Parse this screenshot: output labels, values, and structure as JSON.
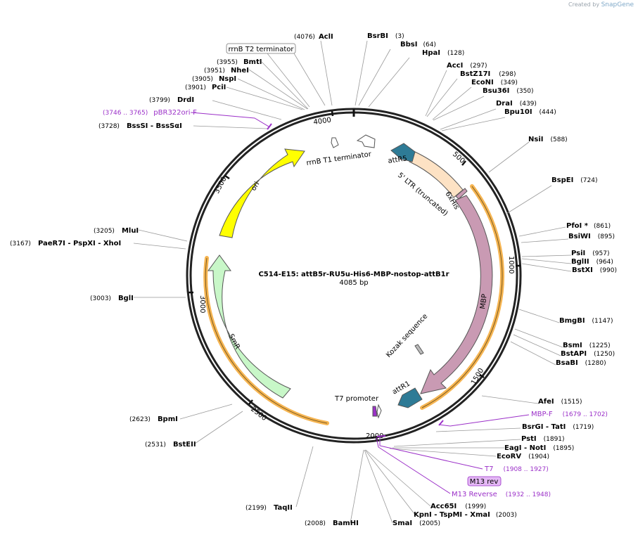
{
  "watermark": {
    "prefix": "Created by",
    "brand": "SnapGene"
  },
  "plasmid": {
    "name": "C514-E15: attB5r-RU5u-His6-MBP-nostop-attB1r",
    "size": "4085 bp"
  },
  "colors": {
    "ori": "#ffff00",
    "smr": "#c8f7c8",
    "mbp": "#c99ab3",
    "ltr": "#fde2c4",
    "att": "#2e7b96",
    "primer": "#9b30c8",
    "highlight": "#f6b552"
  },
  "ticks": [
    "500",
    "1000",
    "1500",
    "2000",
    "2500",
    "3000",
    "3500",
    "4000"
  ],
  "features": {
    "ori": "ori",
    "smr": "SmR",
    "mbp": "MBP",
    "ltr": "5' LTR (truncated)",
    "his": "6xHis",
    "attr5": "attR5",
    "attr1": "attR1",
    "kozak": "Kozak sequence",
    "t7prom": "T7 promoter",
    "rrnb_t1": "rrnB T1 terminator"
  },
  "sites": [
    {
      "pos": "(4076)",
      "name": "AclI"
    },
    {
      "name": "BsrBI",
      "pos": "(3)"
    },
    {
      "name": "BbsI",
      "pos": "(64)"
    },
    {
      "name": "HpaI",
      "pos": "(128)"
    },
    {
      "name": "AccI",
      "pos": "(297)"
    },
    {
      "name": "BstZ17I",
      "pos": "(298)"
    },
    {
      "name": "EcoNI",
      "pos": "(349)"
    },
    {
      "name": "Bsu36I",
      "pos": "(350)"
    },
    {
      "name": "DraI",
      "pos": "(439)"
    },
    {
      "name": "Bpu10I",
      "pos": "(444)"
    },
    {
      "name": "NsiI",
      "pos": "(588)"
    },
    {
      "name": "BspEI",
      "pos": "(724)"
    },
    {
      "name": "PfoI *",
      "pos": "(861)"
    },
    {
      "name": "BsiWI",
      "pos": "(895)"
    },
    {
      "name": "PsiI",
      "pos": "(957)"
    },
    {
      "name": "BglII",
      "pos": "(964)"
    },
    {
      "name": "BstXI",
      "pos": "(990)"
    },
    {
      "name": "BmgBI",
      "pos": "(1147)"
    },
    {
      "name": "BsmI",
      "pos": "(1225)"
    },
    {
      "name": "BstAPI",
      "pos": "(1250)"
    },
    {
      "name": "BsaBI",
      "pos": "(1280)"
    },
    {
      "name": "AfeI",
      "pos": "(1515)"
    },
    {
      "name": "BsrGI - TatI",
      "pos": "(1719)"
    },
    {
      "name": "PstI",
      "pos": "(1891)"
    },
    {
      "name": "EagI - NotI",
      "pos": "(1895)"
    },
    {
      "name": "EcoRV",
      "pos": "(1904)"
    },
    {
      "name": "Acc65I",
      "pos": "(1999)"
    },
    {
      "name": "KpnI - TspMI - XmaI",
      "pos": "(2003)"
    },
    {
      "name": "SmaI",
      "pos": "(2005)"
    },
    {
      "pos": "(2008)",
      "name": "BamHI"
    },
    {
      "pos": "(2199)",
      "name": "TaqII"
    },
    {
      "pos": "(2531)",
      "name": "BstEII"
    },
    {
      "pos": "(2623)",
      "name": "BpmI"
    },
    {
      "pos": "(3003)",
      "name": "BglI"
    },
    {
      "pos": "(3167)",
      "name": "PaeR7I - PspXI - XhoI"
    },
    {
      "pos": "(3205)",
      "name": "MluI"
    },
    {
      "pos": "(3728)",
      "name": "BssSI - BssSαI"
    },
    {
      "pos": "(3799)",
      "name": "DrdI"
    },
    {
      "pos": "(3901)",
      "name": "PciI"
    },
    {
      "pos": "(3905)",
      "name": "NspI"
    },
    {
      "pos": "(3951)",
      "name": "NheI"
    },
    {
      "pos": "(3955)",
      "name": "BmtI"
    }
  ],
  "primers": [
    {
      "name": "MBP-F",
      "range": "(1679 .. 1702)"
    },
    {
      "name": "T7",
      "range": "(1908 .. 1927)"
    },
    {
      "name": "M13 Reverse",
      "range": "(1932 .. 1948)"
    },
    {
      "name": "pBR322ori-F",
      "range": "(3746 .. 3765)"
    }
  ],
  "boxed": {
    "rrnb_t2": "rrnB T2 terminator",
    "m13rev": "M13 rev"
  }
}
